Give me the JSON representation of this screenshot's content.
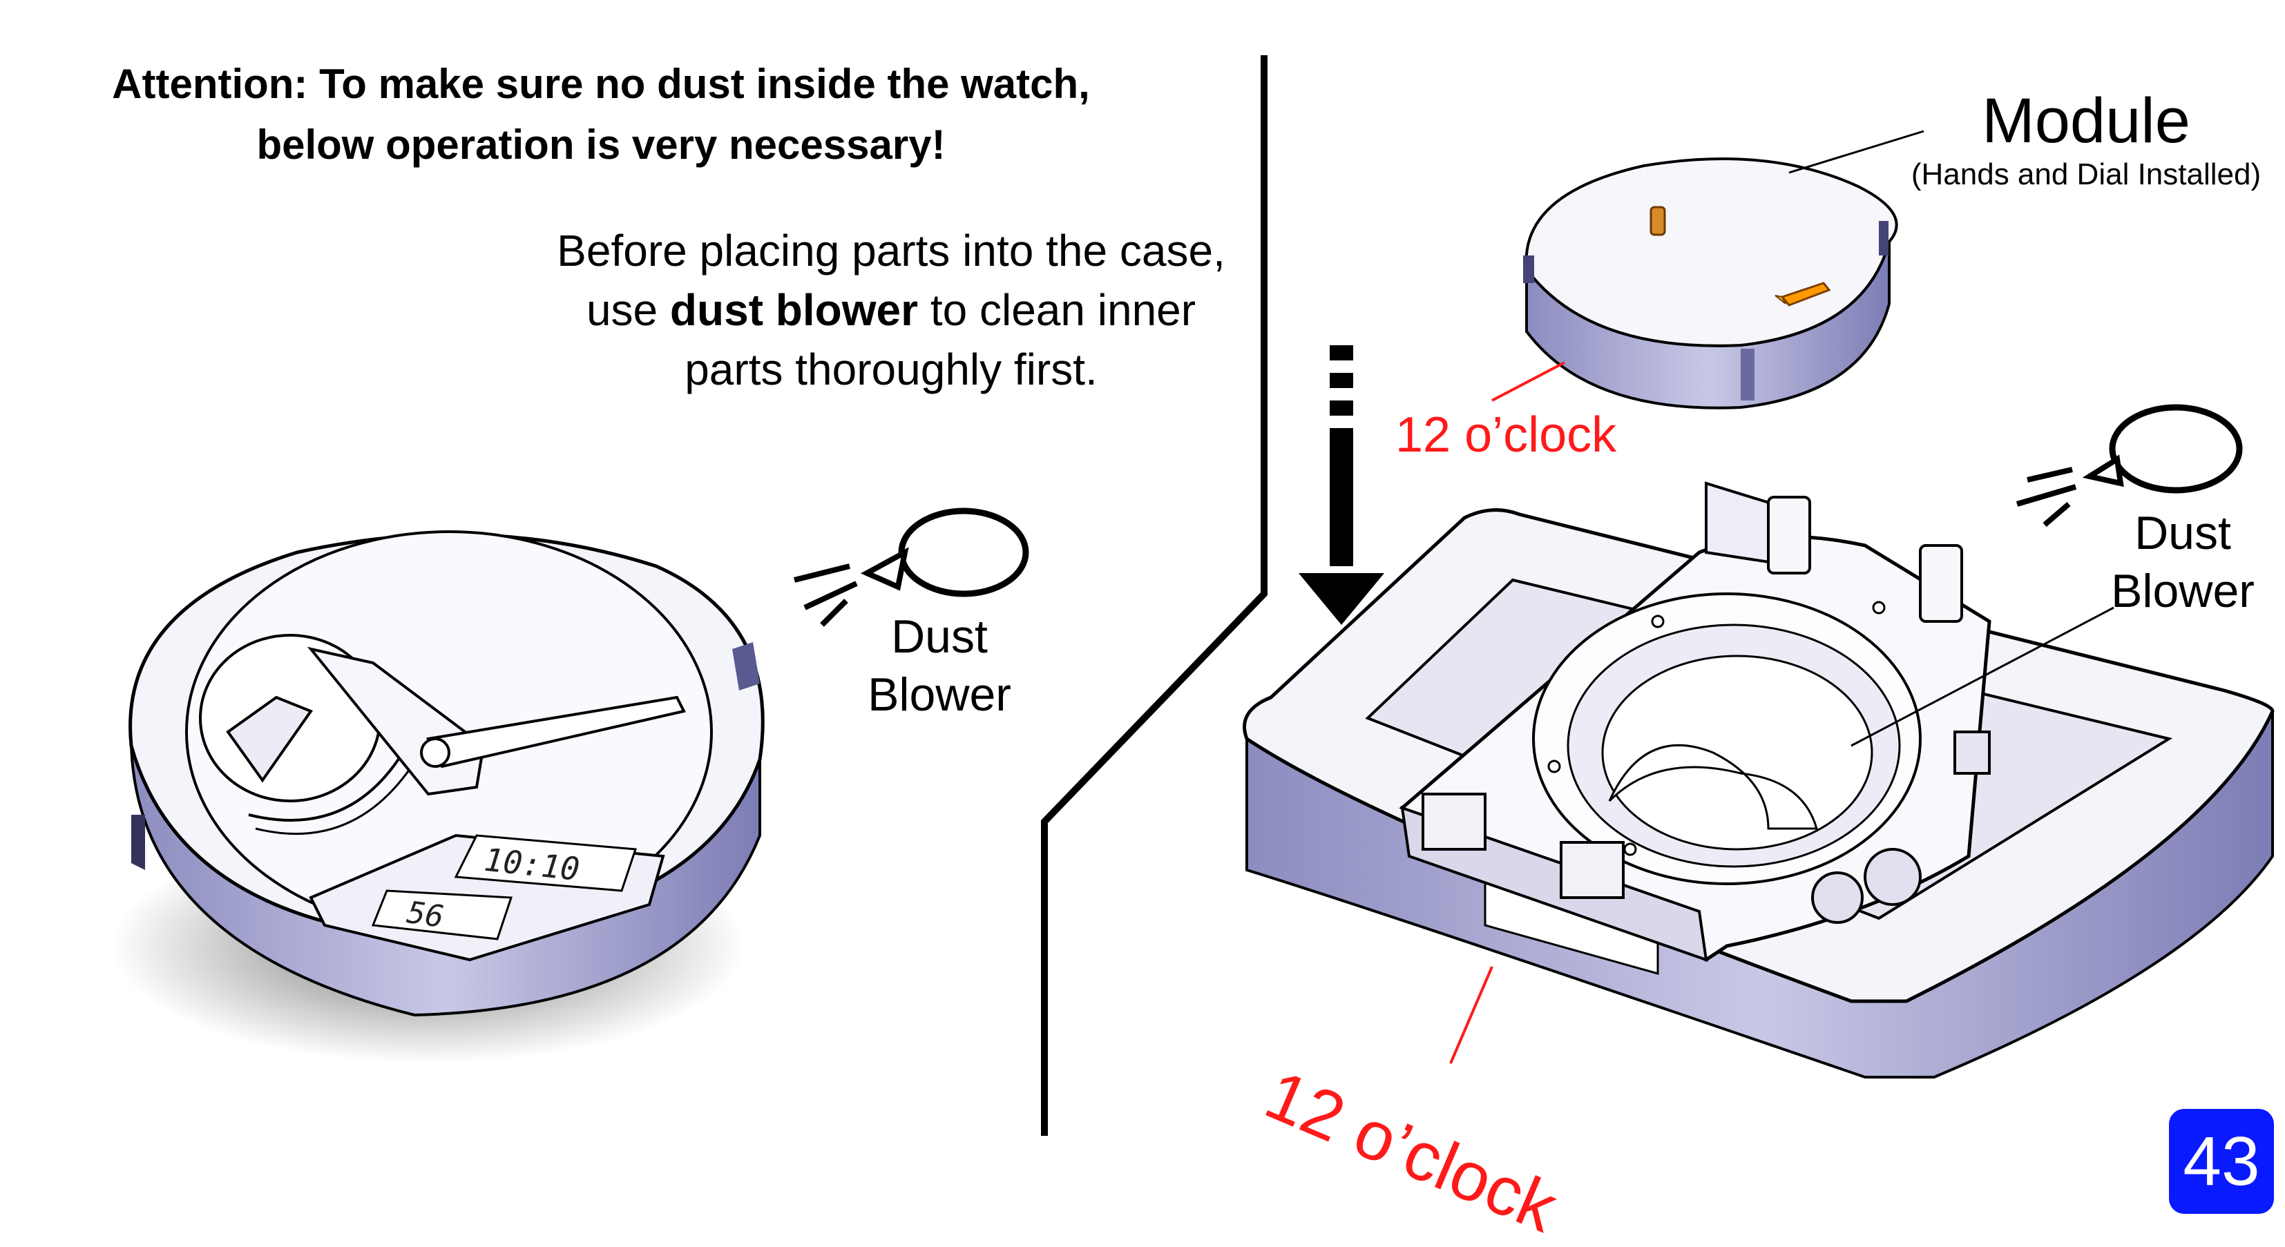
{
  "attention": {
    "line1": "Attention: To make sure no dust inside the watch,",
    "line2": "below operation is very necessary!"
  },
  "instruction": {
    "line1": "Before placing parts into the case,",
    "line2_pre": "use ",
    "line2_bold": "dust blower",
    "line2_post": " to clean inner",
    "line3": "parts thoroughly first."
  },
  "left_blower": {
    "line1": "Dust",
    "line2": "Blower"
  },
  "right_blower": {
    "line1": "Dust",
    "line2": "Blower"
  },
  "module": {
    "title": "Module",
    "subtitle": "(Hands and Dial Installed)"
  },
  "module_orientation": "12 o’clock",
  "case_orientation": "12 o’clock",
  "watch_display": {
    "time": "10:10",
    "seconds": "56"
  },
  "page_number": "43",
  "colors": {
    "accent_red": "#ff1a1a",
    "page_badge": "#0a1aff",
    "part_fill": "#e4e4f4",
    "part_shadow": "#9a9ac6"
  }
}
